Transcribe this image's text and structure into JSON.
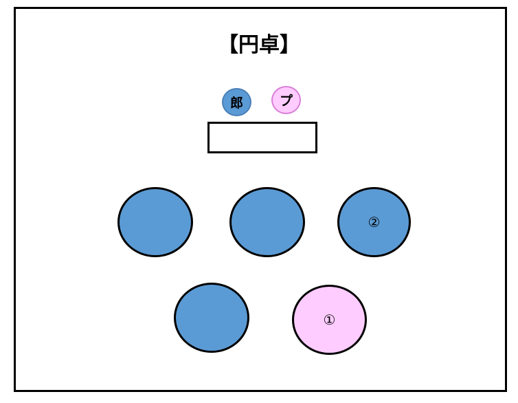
{
  "title": "【円卓】",
  "colors": {
    "blue": "#5b9bd5",
    "pink": "#ffccff"
  },
  "legend": [
    {
      "label": "郎",
      "color": "blue"
    },
    {
      "label": "プ",
      "color": "pink"
    }
  ],
  "seats": [
    {
      "label": "",
      "color": "blue"
    },
    {
      "label": "",
      "color": "blue"
    },
    {
      "label": "②",
      "color": "blue"
    },
    {
      "label": "",
      "color": "blue"
    },
    {
      "label": "①",
      "color": "pink"
    }
  ]
}
